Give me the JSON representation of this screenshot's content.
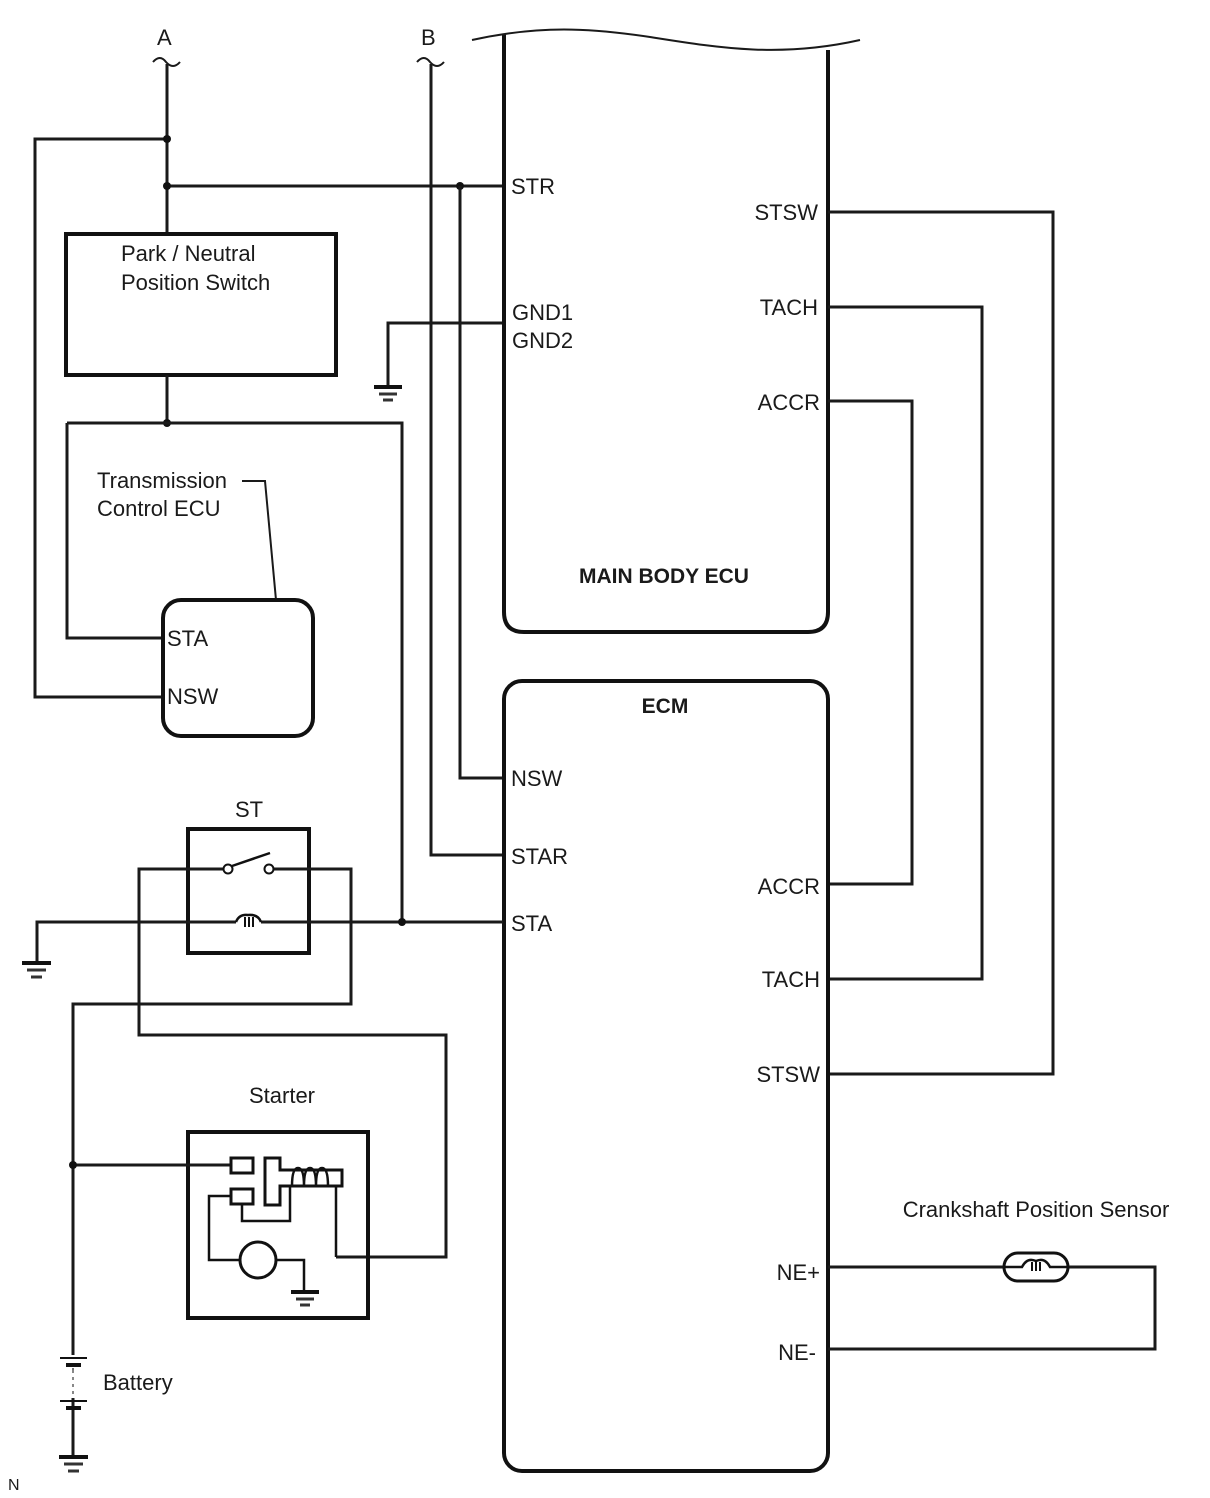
{
  "connectors": {
    "a": "A",
    "b": "B"
  },
  "components": {
    "park_neutral_switch": {
      "line1": "Park / Neutral",
      "line2": "Position Switch"
    },
    "transmission_ecu": {
      "line1": "Transmission",
      "line2": "Control ECU",
      "pins": [
        "STA",
        "NSW"
      ]
    },
    "main_body_ecu": {
      "title": "MAIN BODY ECU",
      "left_pins": [
        "STR",
        "GND1",
        "GND2"
      ],
      "right_pins": [
        "STSW",
        "TACH",
        "ACCR"
      ]
    },
    "ecm": {
      "title": "ECM",
      "left_pins": [
        "NSW",
        "STAR",
        "STA"
      ],
      "right_pins": [
        "ACCR",
        "TACH",
        "STSW",
        "NE+",
        "NE-"
      ]
    },
    "st_relay": {
      "label": "ST"
    },
    "starter": {
      "label": "Starter"
    },
    "battery": {
      "label": "Battery"
    },
    "crankshaft_sensor": {
      "label": "Crankshaft Position Sensor"
    }
  },
  "footer_mark": "N"
}
